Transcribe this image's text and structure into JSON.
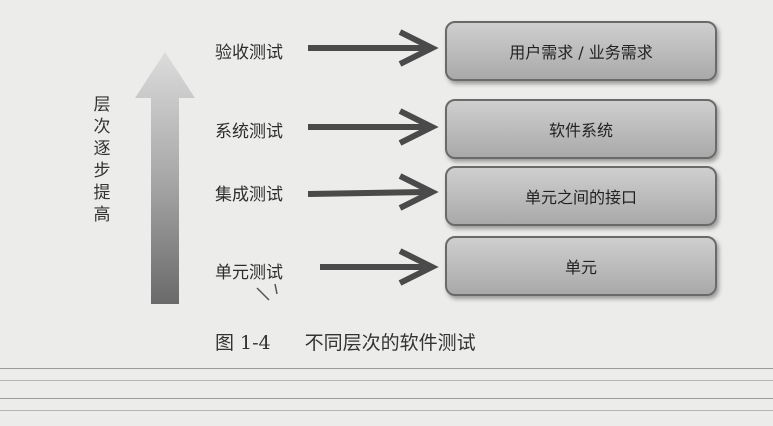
{
  "diagram": {
    "vertical_label": [
      "层",
      "次",
      "逐",
      "步",
      "提",
      "高"
    ],
    "rows": [
      {
        "label": "验收测试",
        "box": "用户需求 / 业务需求"
      },
      {
        "label": "系统测试",
        "box": "软件系统"
      },
      {
        "label": "集成测试",
        "box": "单元之间的接口"
      },
      {
        "label": "单元测试",
        "box": "单元"
      }
    ],
    "caption_number": "图 1-4",
    "caption_text": "不同层次的软件测试"
  },
  "colors": {
    "box_fill_top": "#cfcfcf",
    "box_fill_bottom": "#a9a9a9",
    "box_border": "#6a6a6a",
    "arrow": "#4a4a4a",
    "up_arrow_top": "#d9d9d9",
    "up_arrow_bottom": "#6f6f6f"
  }
}
